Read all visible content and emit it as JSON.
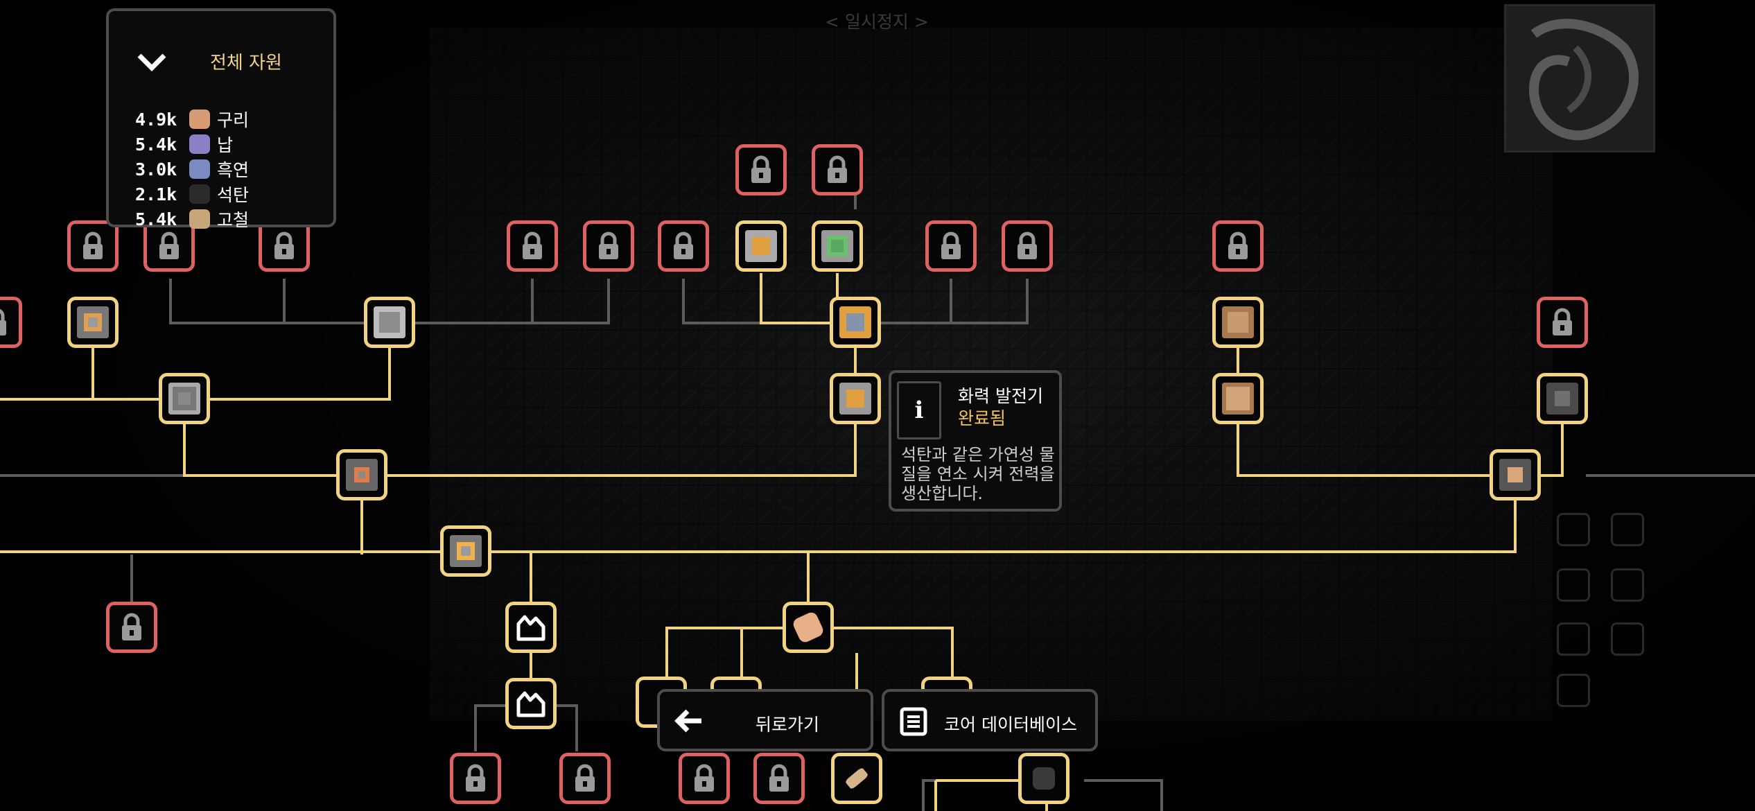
{
  "top": {
    "pause_label": "< 일시정지 >"
  },
  "resources": {
    "title": "전체 자원",
    "items": [
      {
        "amount": "4.9k",
        "name": "구리",
        "color": "#d99b74"
      },
      {
        "amount": "5.4k",
        "name": "납",
        "color": "#8c7fc8"
      },
      {
        "amount": "3.0k",
        "name": "흑연",
        "color": "#7a8bc4"
      },
      {
        "amount": "2.1k",
        "name": "석탄",
        "color": "#2b2b2b"
      },
      {
        "amount": "5.4k",
        "name": "고철",
        "color": "#c9a57a"
      }
    ]
  },
  "tooltip": {
    "icon": "i",
    "name": "화력 발전기",
    "status": "완료됨",
    "description": "석탄과 같은 가연성 물질을 연소 시켜 전력을 생산합니다."
  },
  "buttons": {
    "back_label": "뒤로가기",
    "database_label": "코어 데이터베이스"
  },
  "colors": {
    "unlocked_border": "#f2d382",
    "locked_border": "#e06161",
    "line_active": "#f2d382",
    "line_inactive": "#5c5c5c"
  }
}
